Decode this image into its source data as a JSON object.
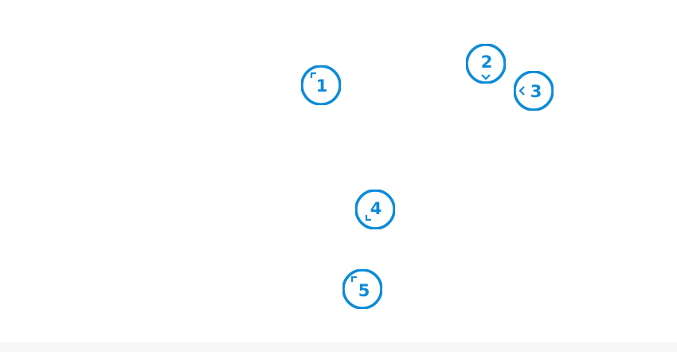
{
  "colors": {
    "accent": "#0d8bd9",
    "background": "#ffffff",
    "bottom_band": "#f7f7f7"
  },
  "markers": [
    {
      "number": "1",
      "indicator": "corner-top-left-icon"
    },
    {
      "number": "2",
      "indicator": "chevron-down-icon"
    },
    {
      "number": "3",
      "indicator": "chevron-left-icon"
    },
    {
      "number": "4",
      "indicator": "corner-bottom-left-icon"
    },
    {
      "number": "5",
      "indicator": "corner-top-left-icon"
    }
  ]
}
